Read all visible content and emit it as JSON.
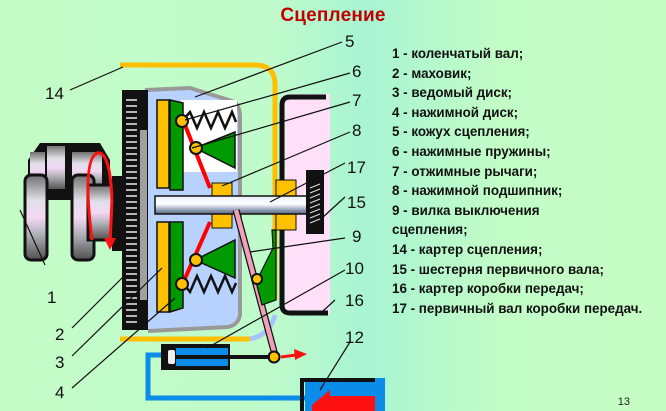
{
  "title": "Сцепление",
  "page_number": "13",
  "colors": {
    "title": "#c00000",
    "background": "#c4fcc6",
    "flywheel": "#111111",
    "driven_disc": "#ffc000",
    "pressure_disc": "#009900",
    "levers": "#ff0000",
    "housing": "#b8d2ff",
    "gearbox_case": "#ffe0f8",
    "hydraulics": "#0a8ce8",
    "fork": "#f0a0b8"
  },
  "callouts": [
    "1",
    "2",
    "3",
    "4",
    "5",
    "6",
    "7",
    "8",
    "9",
    "10",
    "12",
    "14",
    "15",
    "16",
    "17"
  ],
  "legend": [
    {
      "num": "1",
      "text": "1 - коленчатый вал;"
    },
    {
      "num": "2",
      "text": "2 - маховик;"
    },
    {
      "num": "3",
      "text": "3 - ведомый диск;"
    },
    {
      "num": "4",
      "text": "4 - нажимной диск;"
    },
    {
      "num": "5",
      "text": "5 - кожух сцепления;"
    },
    {
      "num": "6",
      "text": "6 - нажимные пружины;"
    },
    {
      "num": "7",
      "text": "7 - отжимные рычаги;"
    },
    {
      "num": "8",
      "text": "8 - нажимной подшипник;"
    },
    {
      "num": "9",
      "text": "9 - вилка выключения сцепления;"
    },
    {
      "num": "14",
      "text": "14 - картер сцепления;"
    },
    {
      "num": "15",
      "text": "15 - шестерня первичного вала;"
    },
    {
      "num": "16",
      "text": "16 - картер коробки передач;"
    },
    {
      "num": "17",
      "text": "17 - первичный вал коробки передач."
    }
  ]
}
